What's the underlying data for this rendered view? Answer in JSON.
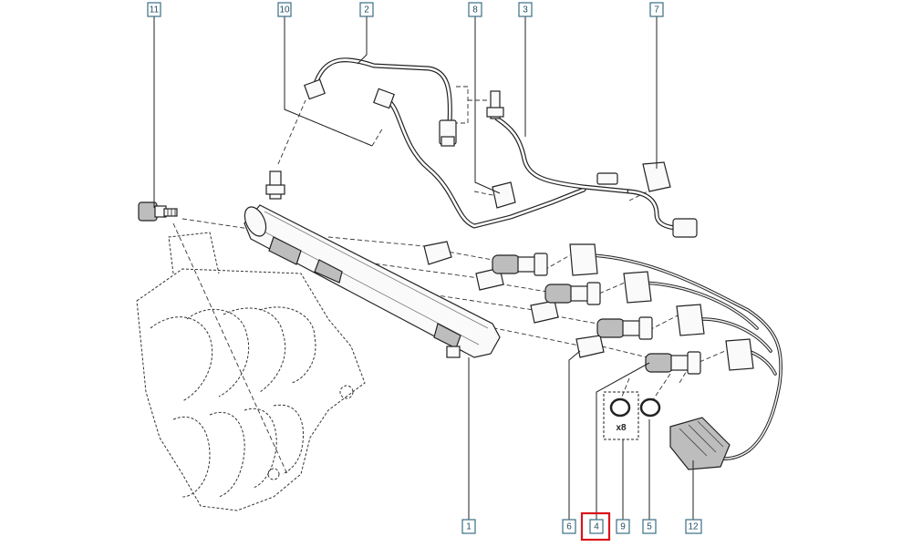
{
  "diagram": {
    "callouts": [
      {
        "label": "11"
      },
      {
        "label": "10"
      },
      {
        "label": "2"
      },
      {
        "label": "8"
      },
      {
        "label": "3"
      },
      {
        "label": "7"
      },
      {
        "label": "1"
      },
      {
        "label": "6"
      },
      {
        "label": "4"
      },
      {
        "label": "9"
      },
      {
        "label": "5"
      },
      {
        "label": "12"
      }
    ],
    "highlighted_callout": "4",
    "seal_kit_quantity": "x8",
    "colors": {
      "callout_border": "#3a6e86",
      "callout_text": "#1f4e63",
      "highlight": "#d9141a",
      "line_art": "#222222"
    }
  }
}
